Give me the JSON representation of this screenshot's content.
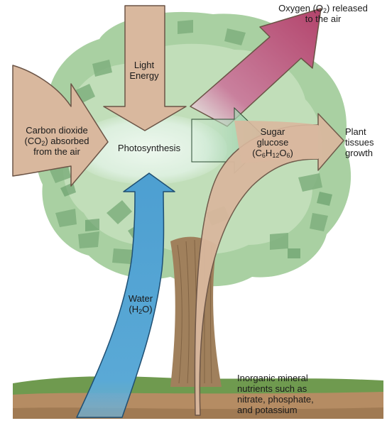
{
  "diagram": {
    "center_label": "Photosynthesis",
    "light": {
      "line1": "Light",
      "line2": "Energy"
    },
    "oxygen": {
      "line1_pre": "Oxygen (O",
      "line1_sub": "2",
      "line1_post": ") released",
      "line2": "to the air"
    },
    "carbon": {
      "line1": "Carbon dioxide",
      "line2_pre": "(CO",
      "line2_sub": "2",
      "line2_post": ") absorbed",
      "line3": "from the air"
    },
    "sugar": {
      "line1": "Sugar",
      "line2": "glucose",
      "formula": [
        {
          "t": "(C",
          "s": false
        },
        {
          "t": "6",
          "s": true
        },
        {
          "t": "H",
          "s": false
        },
        {
          "t": "12",
          "s": true
        },
        {
          "t": "O",
          "s": false
        },
        {
          "t": "6",
          "s": true
        },
        {
          "t": ")",
          "s": false
        }
      ]
    },
    "plant": {
      "line1": "Plant",
      "line2": "tissues",
      "line3": "growth"
    },
    "water": {
      "line1": "Water",
      "line2_pre": "(H",
      "line2_sub": "2",
      "line2_post": "O)"
    },
    "minerals": {
      "line1": "Inorganic mineral",
      "line2": "nutrients such as",
      "line3": "nitrate, phosphate,",
      "line4": "and potassium"
    }
  },
  "colors": {
    "tan_arrow": "#d9b89e",
    "tan_edge": "#6b5446",
    "magenta_arrow": "#b3446c",
    "blue_arrow": "#5aa9d6",
    "green_arrow": "#8cc9a2",
    "foliage_light": "#cfe3c4",
    "foliage_mid": "#9ccc98",
    "foliage_dark": "#6fa572",
    "trunk": "#a0805c",
    "ground": "#6f9a4f",
    "soil": "#b58c63"
  }
}
